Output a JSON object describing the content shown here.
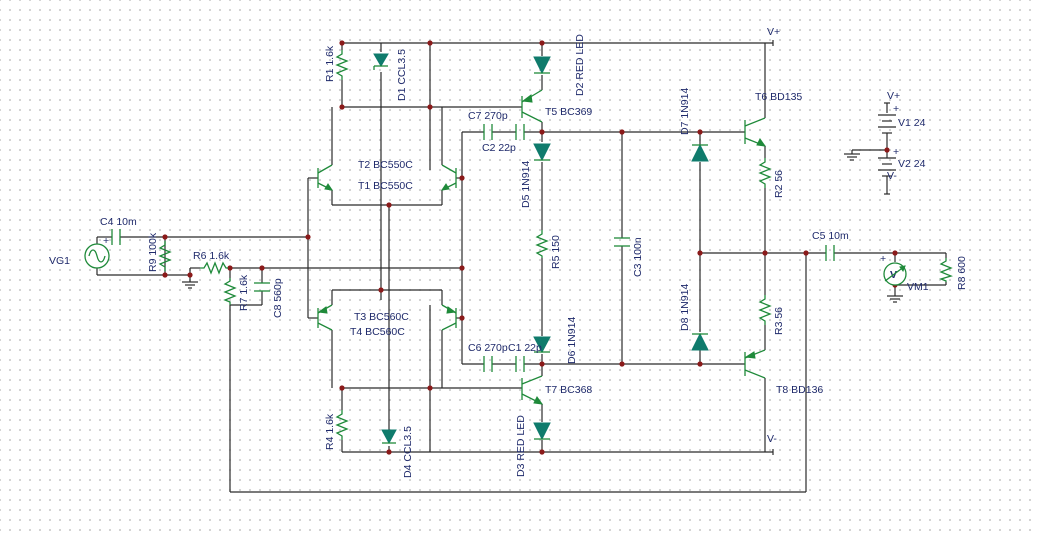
{
  "labels": {
    "vplus_rail": "V+",
    "vminus_rail": "V-",
    "vg1": "VG1",
    "c4": "C4 10m",
    "r9": "R9 100k",
    "r6": "R6 1.6k",
    "r7": "R7 1.6k",
    "c8": "C8 560p",
    "r1": "R1 1.6k",
    "d1": "D1 CCL3.5",
    "t2": "T2 BC550C",
    "t1": "T1 BC550C",
    "t3": "T3 BC560C",
    "t4": "T4 BC560C",
    "r4": "R4 1.6k",
    "d4": "D4 CCL3.5",
    "c7": "C7 270p",
    "c2": "C2 22p",
    "t5": "T5 BC369",
    "d2": "D2 RED LED",
    "d5": "D5 1N914",
    "r5": "R5 150",
    "c3": "C3 100n",
    "d6": "D6 1N914",
    "c6": "C6 270p",
    "c1": "C1 22p",
    "t7": "T7 BC368",
    "d3": "D3 RED LED",
    "d7": "D7 1N914",
    "d8": "D8 1N914",
    "t6": "T6 BD135",
    "r2": "R2 56",
    "r3": "R3 56",
    "t8": "T8 BD136",
    "c5": "C5 10m",
    "vm1": "VM1",
    "r8": "R8 600",
    "v1": "V1 24",
    "v2": "V2 24",
    "supply_vplus": "V+",
    "supply_vminus": "V-",
    "vm_symbol": "V",
    "plus_sign": "+",
    "minus_sign": "-"
  },
  "colors": {
    "wire": "#2b2b2b",
    "component": "#1f8a3a",
    "diode_fill": "#0f7b6c",
    "junction": "#8b1a1a",
    "label": "#1f2a6b"
  }
}
